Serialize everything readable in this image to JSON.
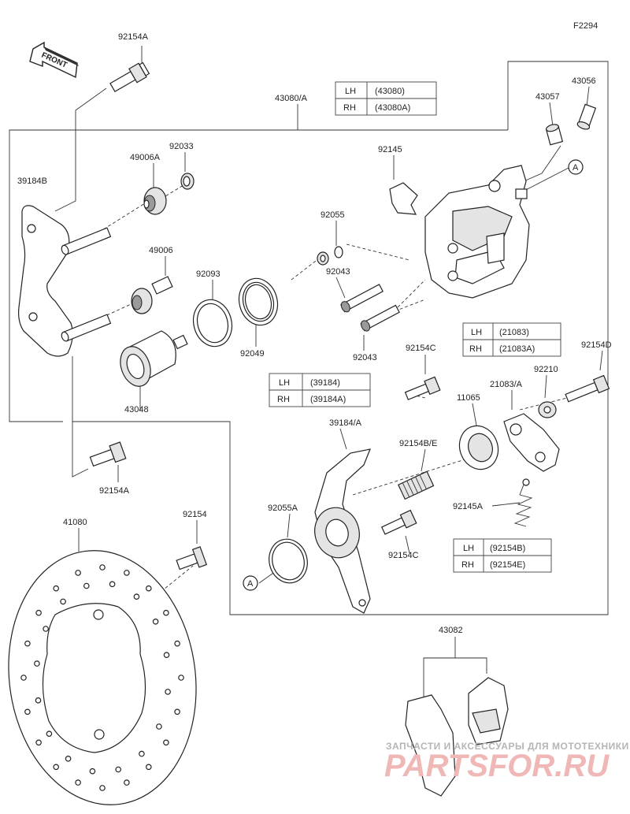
{
  "figure_code": "F2294",
  "front_marker": "FRONT",
  "labels": {
    "p92154A_top": "92154A",
    "p43080A": "43080/A",
    "p43056": "43056",
    "p43057": "43057",
    "p92033": "92033",
    "p49006A": "49006A",
    "p39184B": "39184B",
    "p92145": "92145",
    "p92055": "92055",
    "p49006": "49006",
    "p92093": "92093",
    "p92043_a": "92043",
    "p92043_b": "92043",
    "p92049": "92049",
    "p43048": "43048",
    "p92154C_top": "92154C",
    "p92154D": "92154D",
    "p92210": "92210",
    "p21083A": "21083/A",
    "p11065": "11065",
    "p39184A": "39184/A",
    "p92154BE": "92154B/E",
    "p92154A_bottom": "92154A",
    "p92055A": "92055A",
    "p92145A": "92145A",
    "p92154C_bottom": "92154C",
    "p41080": "41080",
    "p92154": "92154",
    "p43082": "43082",
    "callout_a_top": "A",
    "callout_a_bottom": "A"
  },
  "tables": {
    "t43080": {
      "rows": [
        {
          "side": "LH",
          "part": "(43080)"
        },
        {
          "side": "RH",
          "part": "(43080A)"
        }
      ]
    },
    "t21083": {
      "rows": [
        {
          "side": "LH",
          "part": "(21083)"
        },
        {
          "side": "RH",
          "part": "(21083A)"
        }
      ]
    },
    "t39184": {
      "rows": [
        {
          "side": "LH",
          "part": "(39184)"
        },
        {
          "side": "RH",
          "part": "(39184A)"
        }
      ]
    },
    "t92154": {
      "rows": [
        {
          "side": "LH",
          "part": "(92154B)"
        },
        {
          "side": "RH",
          "part": "(92154E)"
        }
      ]
    }
  },
  "watermark": {
    "line1": "ЗАПЧАСТИ И АКСЕССУАРЫ ДЛЯ МОТОТЕХНИКИ",
    "line2": "PARTSFOR.RU"
  }
}
